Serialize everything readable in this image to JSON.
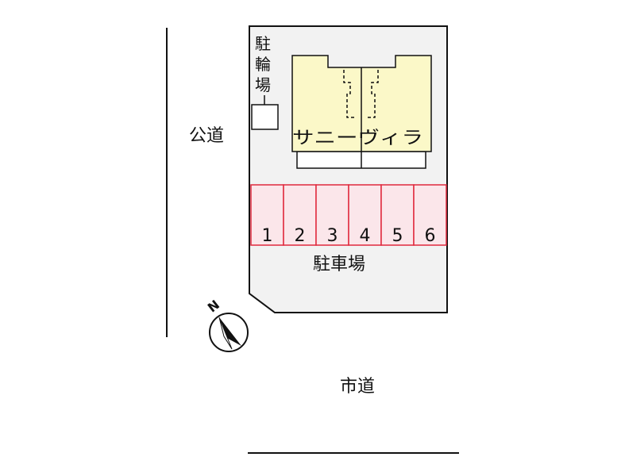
{
  "labels": {
    "public_road": "公道",
    "city_road": "市道",
    "bicycle_parking": [
      "駐",
      "輪",
      "場"
    ],
    "building_name": "サニーヴィラ",
    "parking_lot": "駐車場",
    "north": "N"
  },
  "parking_spaces": [
    "1",
    "2",
    "3",
    "4",
    "5",
    "6"
  ],
  "colors": {
    "lot_fill": "#f2f2f2",
    "building_fill": "#fbf8c8",
    "parking_stroke": "#e0283c",
    "parking_fill": "#fbe6ea",
    "line": "#111111"
  }
}
